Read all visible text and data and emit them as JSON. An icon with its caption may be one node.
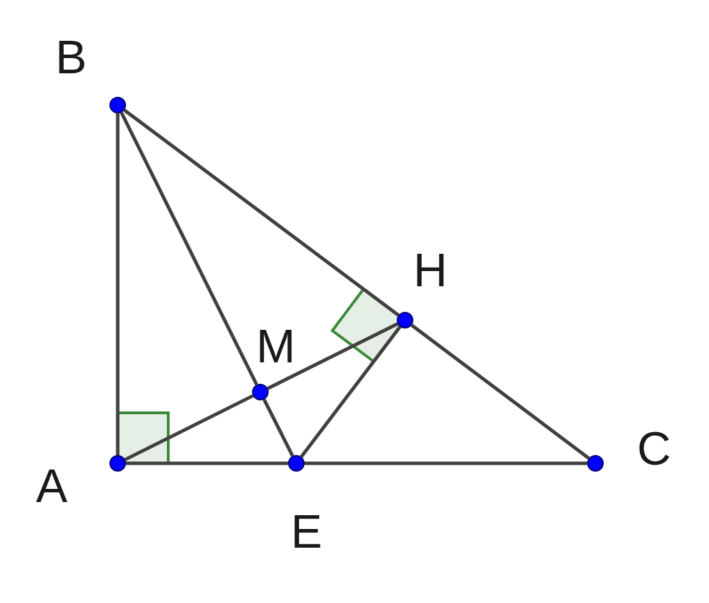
{
  "diagram": {
    "nodes": [
      {
        "text": [],
        "shape": "circle",
        "beside": [
          "B"
        ]
      },
      {
        "text": [],
        "shape": "circle",
        "beside": [
          "H"
        ]
      },
      {
        "text": [],
        "shape": "circle",
        "beside": [
          "M"
        ]
      },
      {
        "text": [],
        "shape": "circle",
        "beside": [
          "A"
        ]
      },
      {
        "text": [],
        "shape": "circle",
        "beside": [
          "E"
        ]
      },
      {
        "text": [],
        "shape": "circle",
        "beside": [
          "C"
        ]
      }
    ],
    "edges": [
      {
        "from": 0,
        "to": 3,
        "arrow": "none"
      },
      {
        "from": 0,
        "to": 1,
        "arrow": "none"
      },
      {
        "from": 1,
        "to": 5,
        "arrow": "none"
      },
      {
        "from": 3,
        "to": 4,
        "arrow": "none"
      },
      {
        "from": 4,
        "to": 5,
        "arrow": "none"
      },
      {
        "from": 0,
        "to": 2,
        "arrow": "none"
      },
      {
        "from": 2,
        "to": 4,
        "arrow": "none"
      },
      {
        "from": 3,
        "to": 2,
        "arrow": "none"
      },
      {
        "from": 2,
        "to": 1,
        "arrow": "none"
      },
      {
        "from": 4,
        "to": 1,
        "arrow": "none"
      }
    ]
  }
}
